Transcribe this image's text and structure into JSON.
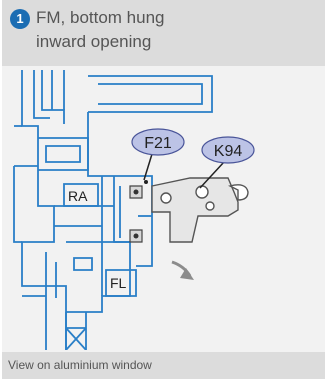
{
  "header": {
    "step_number": "1",
    "title_line1": "FM, bottom hung",
    "title_line2": "inward opening"
  },
  "diagram": {
    "labels": {
      "f21": "F21",
      "k94": "K94",
      "ra": "RA",
      "fl": "FL"
    },
    "colors": {
      "profile_stroke": "#2a7fc7",
      "callout_fill": "#bcc3e6",
      "callout_stroke": "#4a5599",
      "fitting_fill": "#e6e6e6",
      "fitting_stroke": "#555555",
      "arrow": "#8c8c8c"
    }
  },
  "footer": {
    "caption": "View on aluminium window"
  }
}
